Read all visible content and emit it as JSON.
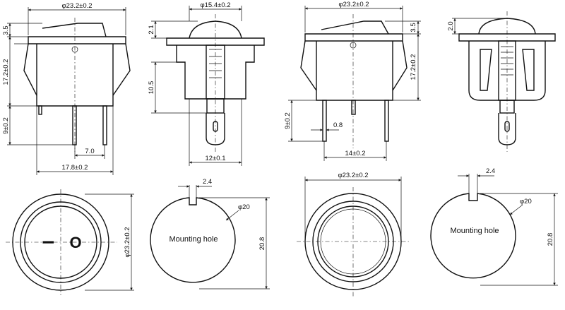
{
  "views": {
    "view1": {
      "w_top": "φ23.2±0.2",
      "h_rocker": "3.5",
      "h_body": "17.2±0.2",
      "h_pins": "9±0.2",
      "pitch": "7.0",
      "w_bottom": "17.8±0.2"
    },
    "view2": {
      "w_top": "φ15.4±0.2",
      "h_dome": "2.1",
      "h_mid": "10.5",
      "w_bottom": "12±0.1"
    },
    "view3": {
      "w_top": "φ23.2±0.2",
      "h_rocker": "3.5",
      "h_body": "17.2±0.2",
      "h_pins": "9±0.2",
      "pin_w": "0.8",
      "w_bottom": "14±0.2"
    },
    "view4": {
      "h_dome": "2.0"
    },
    "view5": {
      "dia": "φ23.2±0.2",
      "off_symbol": "I",
      "on_symbol": "O"
    },
    "view6": {
      "notch": "2.4",
      "dia": "φ20",
      "height": "20.8",
      "label": "Mounting hole"
    },
    "view7": {
      "dia": "φ23.2±0.2"
    },
    "view8": {
      "notch": "2.4",
      "dia": "φ20",
      "height": "20.8",
      "label": "Mounting hole"
    }
  },
  "colors": {
    "line": "#111111",
    "background": "#ffffff"
  }
}
